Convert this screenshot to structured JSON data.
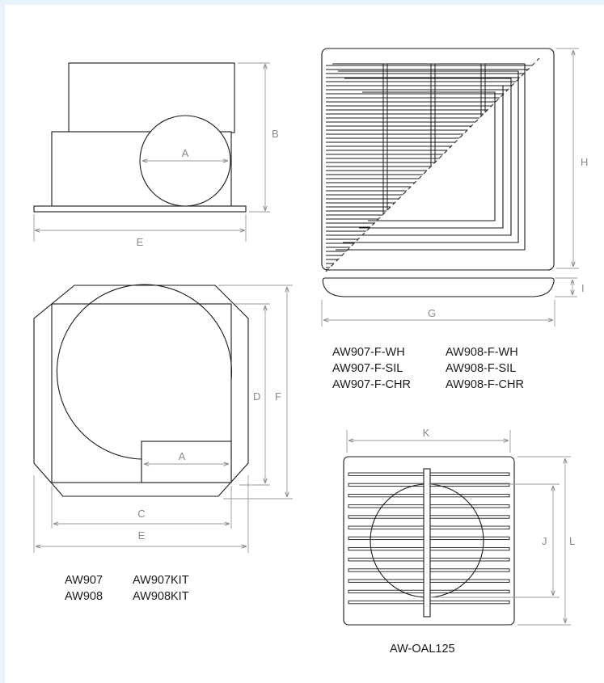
{
  "dimension_labels": {
    "A_side": "A",
    "B": "B",
    "E_side": "E",
    "H": "H",
    "I": "I",
    "G": "G",
    "A_top": "A",
    "D": "D",
    "F": "F",
    "C": "C",
    "E_top": "E",
    "K": "K",
    "J": "J",
    "L": "L"
  },
  "captions": {
    "grille_left": [
      "AW907-F-WH",
      "AW907-F-SIL",
      "AW907-F-CHR"
    ],
    "grille_right": [
      "AW908-F-WH",
      "AW908-F-SIL",
      "AW908-F-CHR"
    ],
    "fan_col1": [
      "AW907",
      "AW908"
    ],
    "fan_col2": [
      "AW907KIT",
      "AW908KIT"
    ],
    "louvre": "AW-OAL125"
  }
}
